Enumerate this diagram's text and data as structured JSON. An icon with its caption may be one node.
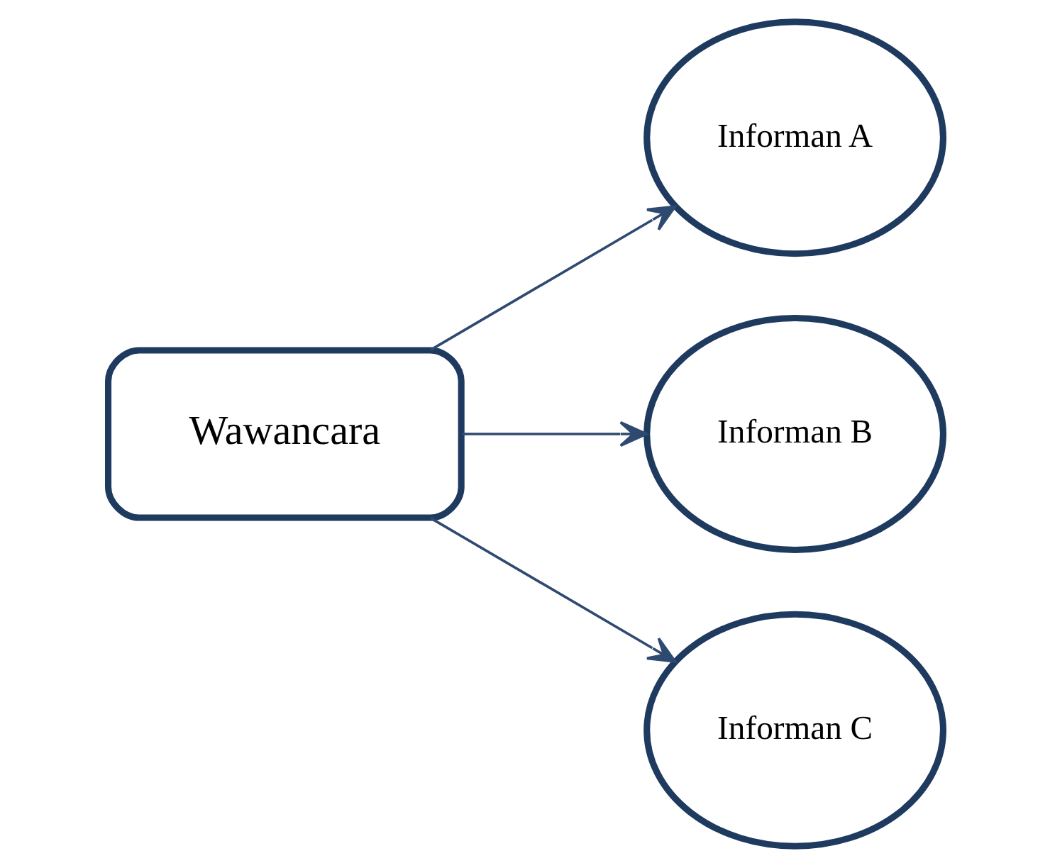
{
  "diagram": {
    "nodes": [
      {
        "text": [
          "Wawancara"
        ]
      },
      {
        "text": [
          "Informan A"
        ]
      },
      {
        "text": [
          "Informan B"
        ]
      },
      {
        "text": [
          "Informan C"
        ]
      }
    ],
    "edges": [
      {
        "from": 0,
        "to": 1,
        "arrow": "to"
      },
      {
        "from": 0,
        "to": 2,
        "arrow": "to"
      },
      {
        "from": 0,
        "to": 3,
        "arrow": "to"
      }
    ]
  }
}
